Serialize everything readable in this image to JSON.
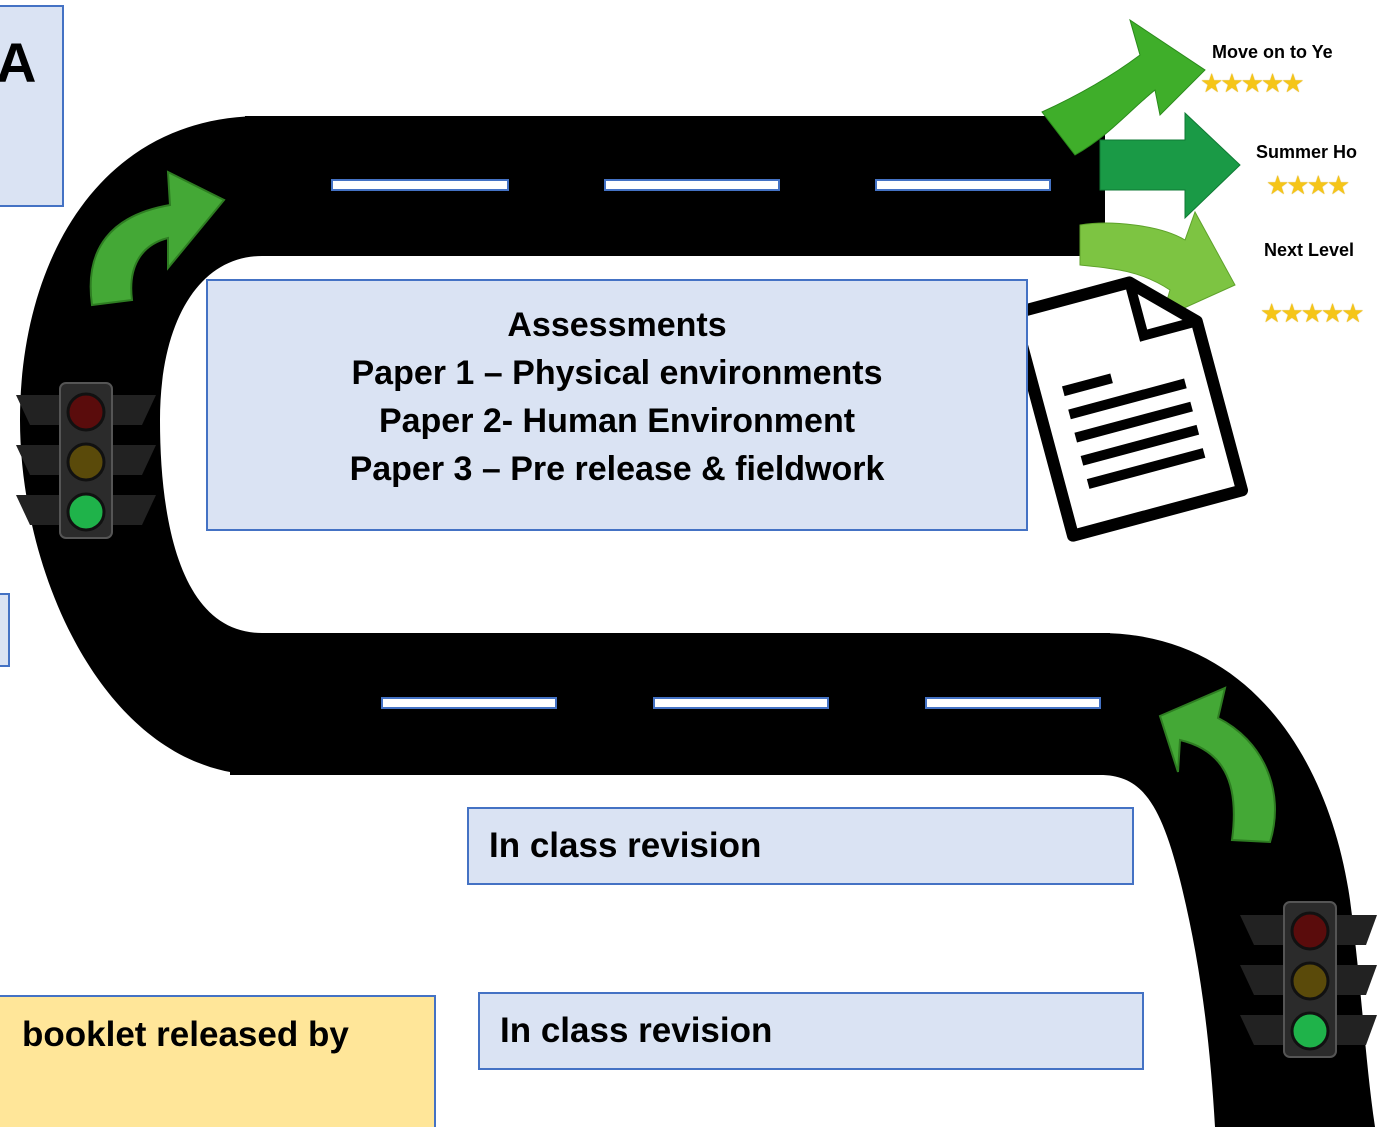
{
  "header": {
    "letter": "A"
  },
  "assessments": {
    "title": "Assessments",
    "lines": [
      "Paper 1 – Physical environments",
      "Paper 2- Human Environment",
      "Paper 3 – Pre release & fieldwork"
    ]
  },
  "revision": {
    "first": "In class revision",
    "second": "In class revision"
  },
  "booklet": {
    "text": "booklet released by"
  },
  "outcomes": [
    {
      "label": "Move on to Ye",
      "stars": "★★★★★"
    },
    {
      "label": "Summer Ho",
      "stars": "★★★★"
    },
    {
      "label": "Next Level",
      "stars": "★★★★★"
    }
  ],
  "icons": [
    "traffic-light-icon",
    "curved-arrow-icon",
    "document-icon",
    "star-icon"
  ],
  "colors": {
    "road": "#000000",
    "lane_marking": "#ffffff",
    "box_fill": "#dae3f3",
    "box_border": "#4472c4",
    "booklet_fill": "#ffe699",
    "arrow_green": "#4caf50",
    "star": "#f5c518"
  }
}
